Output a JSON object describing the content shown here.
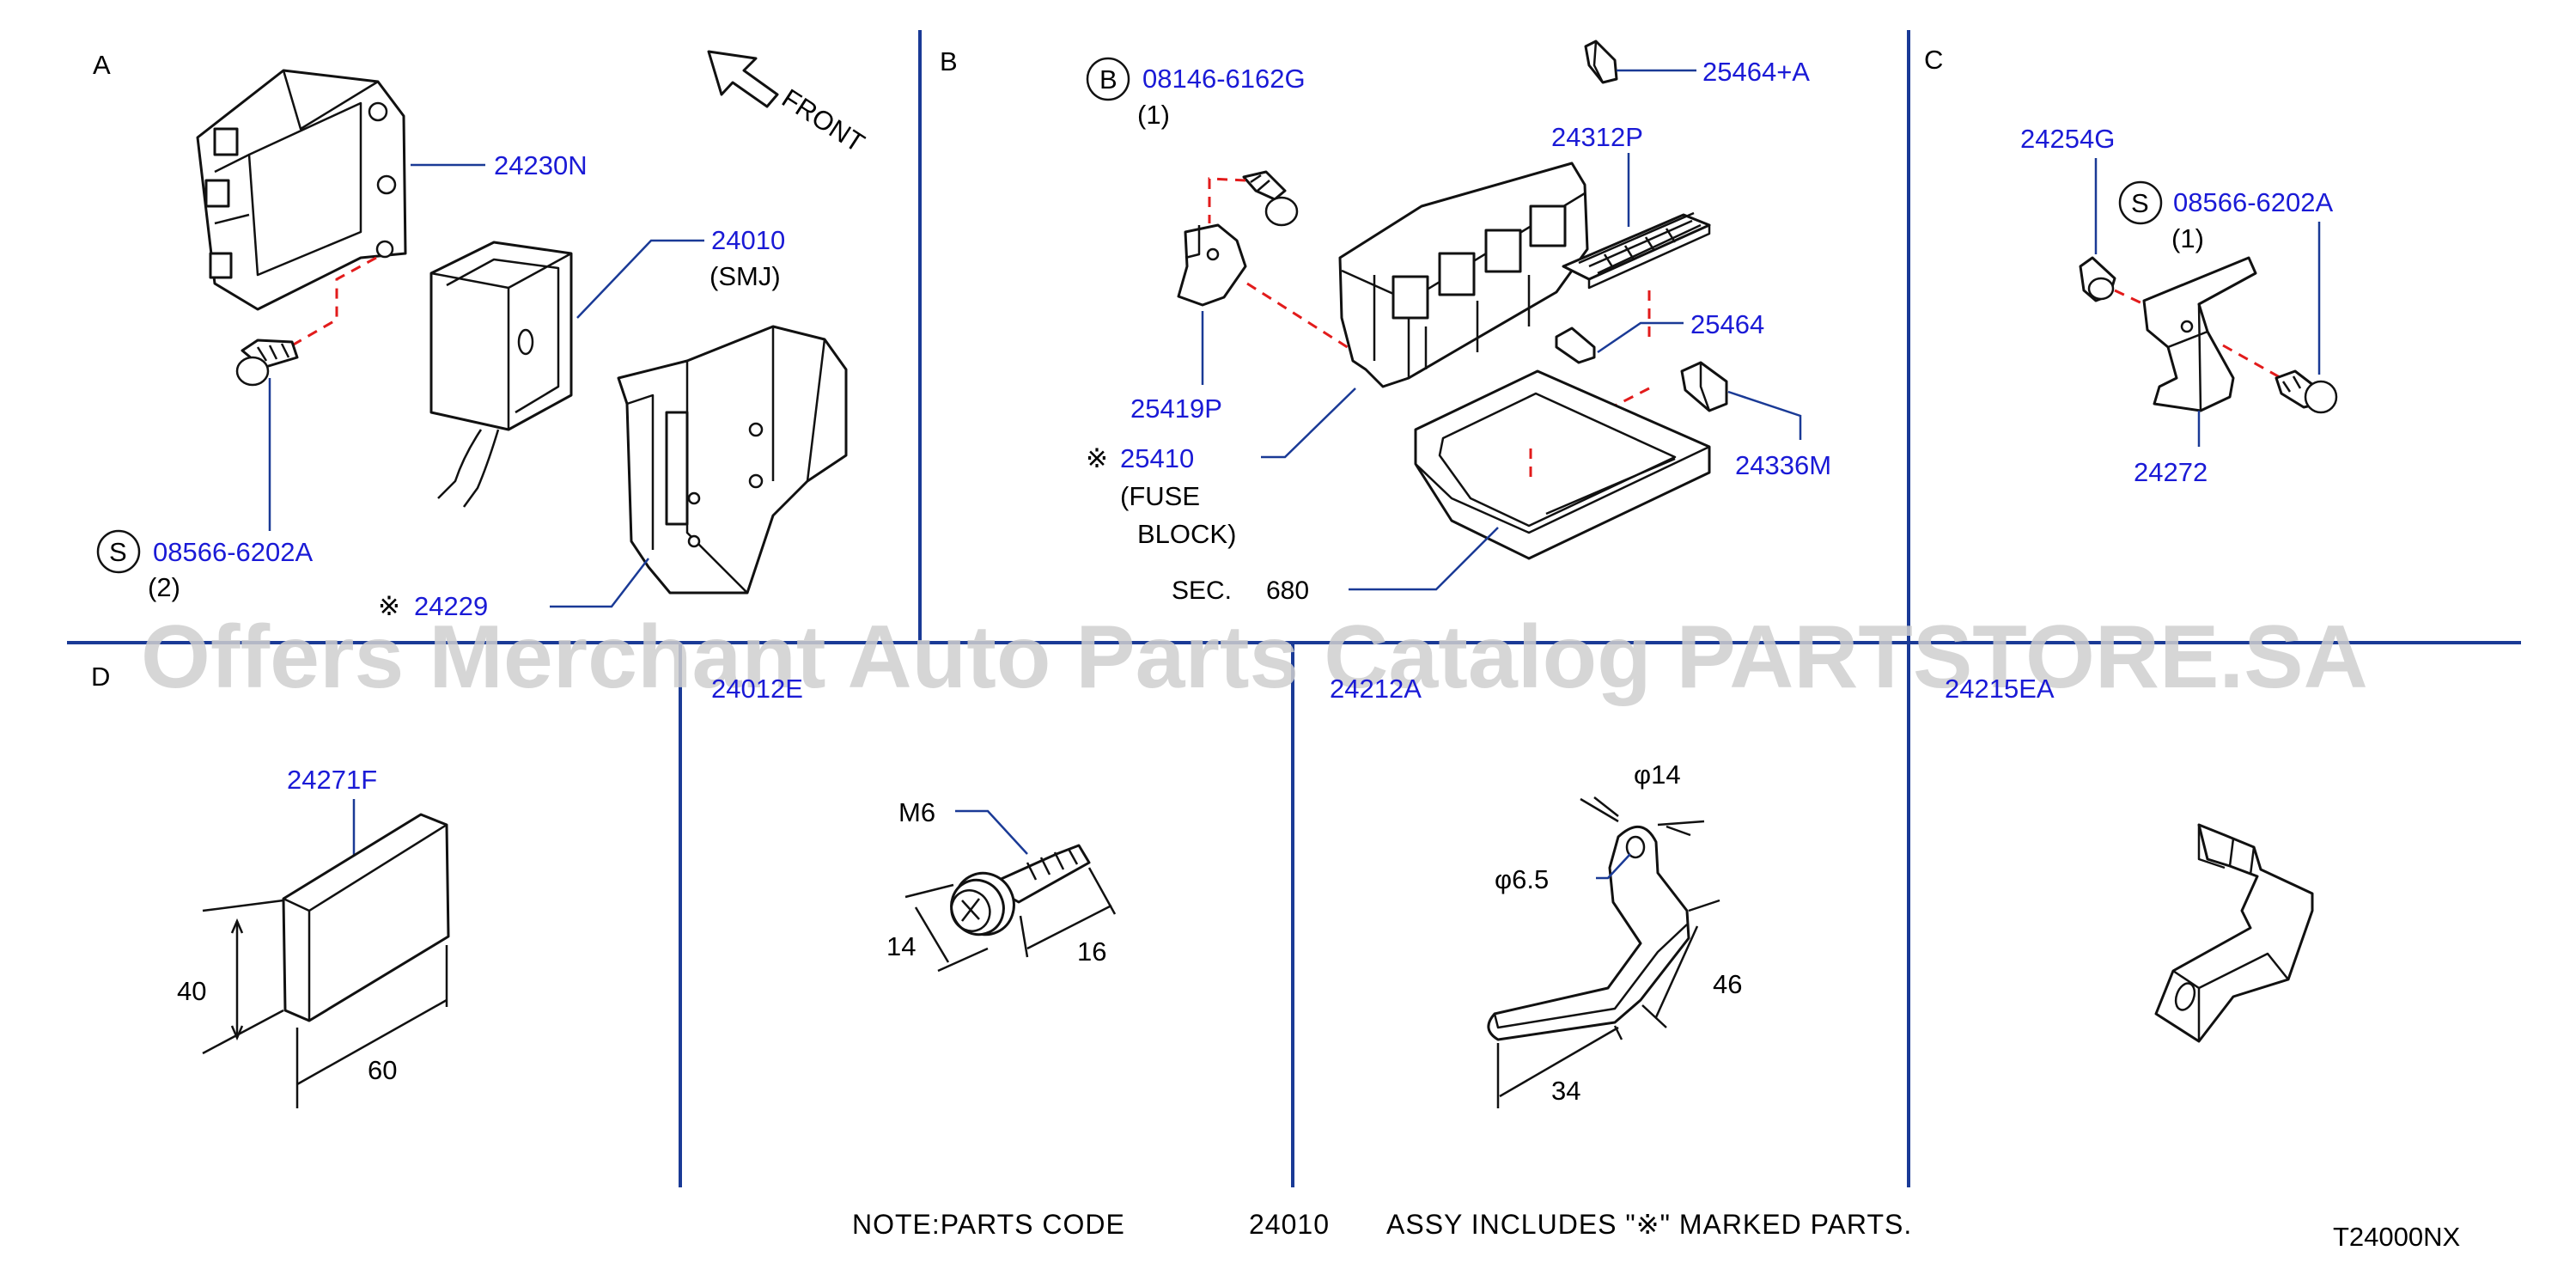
{
  "sections": {
    "a": "A",
    "b": "B",
    "c": "C",
    "d": "D"
  },
  "markers": {
    "s": "S",
    "b": "B"
  },
  "labels": {
    "front": "FRONT",
    "p24230n": "24230N",
    "p24010": "24010",
    "smj": "(SMJ)",
    "p08566_a": "08566-6202A",
    "qty2": "(2)",
    "p24229": "24229",
    "p08146": "08146-6162G",
    "qty1_b": "(1)",
    "p25464a": "25464+A",
    "p24312p": "24312P",
    "p25464": "25464",
    "p25419p": "25419P",
    "p25410": "25410",
    "fuse": "(FUSE",
    "block": "BLOCK)",
    "p24336m": "24336M",
    "sec": "SEC.",
    "sec_num": "680",
    "p24254g": "24254G",
    "p08566_c": "08566-6202A",
    "qty1_c": "(1)",
    "p24272": "24272",
    "p24012e": "24012E",
    "p24212a": "24212A",
    "p24215ea": "24215EA",
    "p24271f": "24271F",
    "ref": "※",
    "d40": "40",
    "d60": "60",
    "m6": "M6",
    "d14": "14",
    "d16": "16",
    "phi14": "φ14",
    "phi65": "φ6.5",
    "d46": "46",
    "d34": "34"
  },
  "note": {
    "prefix": "NOTE:PARTS   CODE",
    "code": "24010",
    "suffix": "ASSY   INCLUDES  \"※\"   MARKED   PARTS."
  },
  "drawing_id": "T24000NX",
  "watermark": "Offers Merchant Auto Parts Catalog PARTSTORE.SA",
  "colors": {
    "part_number": "#1a1ad6",
    "section_link": "#6a2fb8",
    "grid_line": "#1a3a96",
    "dashed_leader": "#e21b1b",
    "watermark": "#cfcfcf"
  }
}
